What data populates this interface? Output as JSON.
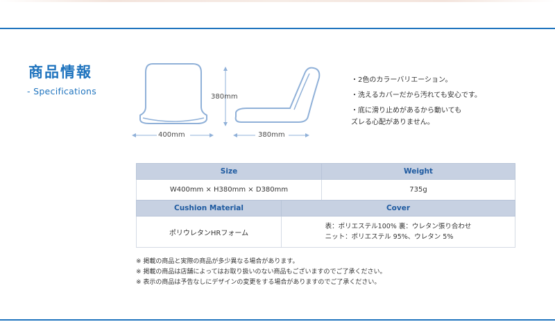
{
  "header": {
    "title": "商品情報",
    "subtitle": "- Specifications"
  },
  "diagram": {
    "front_width": "400mm",
    "height": "380mm",
    "side_depth": "380mm"
  },
  "features": [
    "・2色のカラーバリエーション。",
    "・洗えるカバーだから汚れても安心です。",
    "・底に滑り止めがあるから動いても\n  ズレる心配がありません。"
  ],
  "spec_table": {
    "size_header": "Size",
    "weight_header": "Weight",
    "size_value": "W400mm × H380mm × D380mm",
    "weight_value": "735g",
    "cushion_header": "Cushion Material",
    "cover_header": "Cover",
    "cushion_value": "ポリウレタンHRフォーム",
    "cover_line1": "表：ポリエステル100% 裏：ウレタン張り合わせ",
    "cover_line2": "ニット：ポリエステル 95%、ウレタン 5%"
  },
  "notes": [
    "※ 掲載の商品と実際の商品が多少異なる場合があります。",
    "※ 掲載の商品は店舗によってはお取り扱いのない商品もございますのでご了承ください。",
    "※ 表示の商品は予告なしにデザインの変更をする場合がありますのでご了承ください。"
  ],
  "colors": {
    "accent": "#1e73be",
    "header_bg": "#c7d1e2",
    "outline": "#8fb0d8"
  }
}
